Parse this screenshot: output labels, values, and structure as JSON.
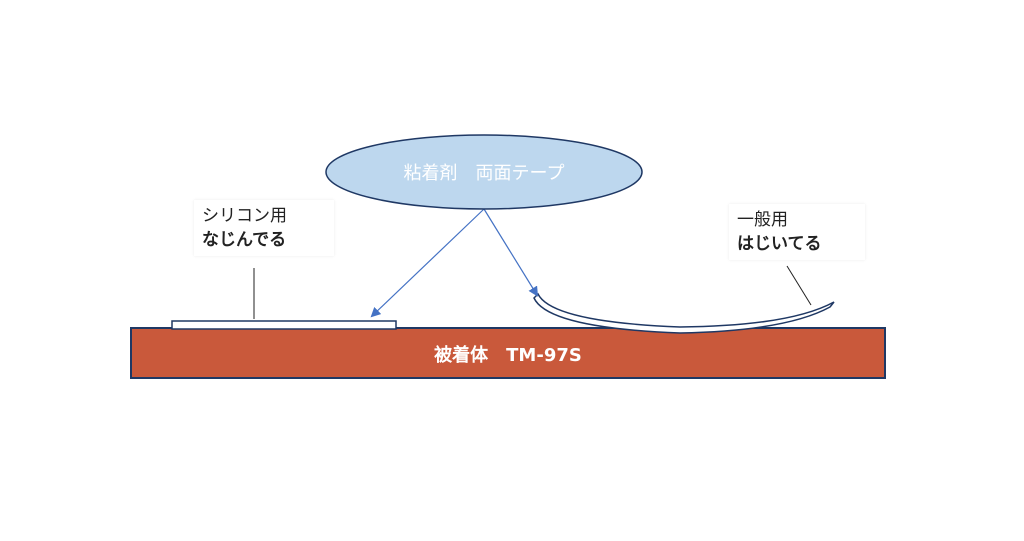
{
  "ellipse": {
    "label": "粘着剤　両面テープ",
    "fill": "#bdd7ee",
    "stroke": "#1f3864"
  },
  "substrate": {
    "label": "被着体　TM-97S",
    "fill": "#c9593b",
    "stroke": "#1f3864"
  },
  "left_callout": {
    "line1": "シリコン用",
    "line2": "なじんでる"
  },
  "right_callout": {
    "line1": "一般用",
    "line2": "はじいてる"
  },
  "colors": {
    "arrow": "#4472c4",
    "outline": "#1f3864",
    "tape_fill": "#ffffff"
  }
}
